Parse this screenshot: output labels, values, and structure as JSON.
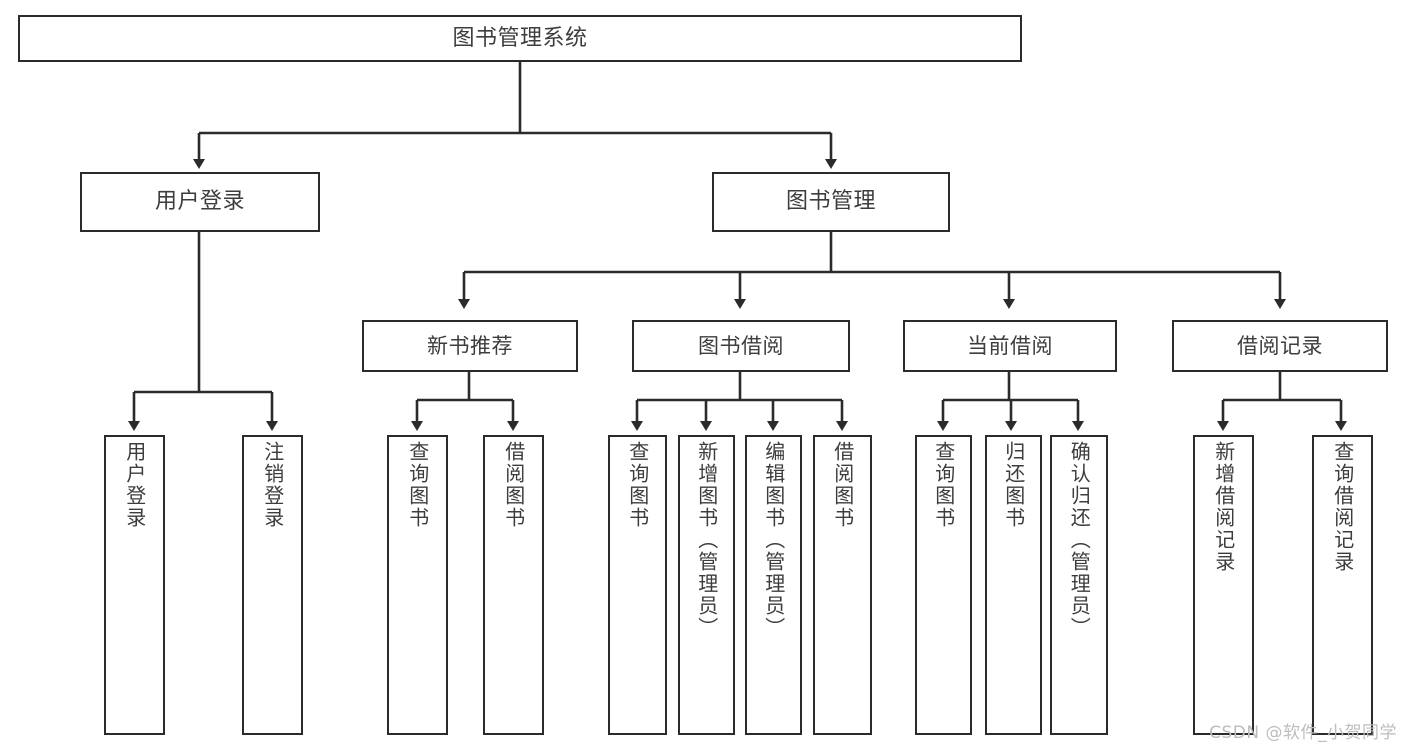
{
  "diagram": {
    "title": "图书管理系统",
    "type": "tree-hierarchy",
    "watermark": "CSDN @软件_小贺同学",
    "colors": {
      "node_border": "#2b2b2b",
      "node_fill": "#ffffff",
      "text": "#3d3d3d",
      "connector": "#2b2b2b",
      "watermark": "#bdbdbd",
      "background": "#ffffff"
    }
  },
  "nodes": {
    "root": {
      "label": "图书管理系统"
    },
    "level2": [
      {
        "label": "用户登录"
      },
      {
        "label": "图书管理"
      }
    ],
    "level3": [
      {
        "label": "新书推荐"
      },
      {
        "label": "图书借阅"
      },
      {
        "label": "当前借阅"
      },
      {
        "label": "借阅记录"
      }
    ],
    "leaves": {
      "user_login": [
        {
          "label": "用户登录"
        },
        {
          "label": "注销登录"
        }
      ],
      "new_book_recommend": [
        {
          "label": "查询图书"
        },
        {
          "label": "借阅图书"
        }
      ],
      "book_borrow": [
        {
          "label": "查询图书"
        },
        {
          "label": "新增图书（管理员）"
        },
        {
          "label": "编辑图书（管理员）"
        },
        {
          "label": "借阅图书"
        }
      ],
      "current_borrow": [
        {
          "label": "查询图书"
        },
        {
          "label": "归还图书"
        },
        {
          "label": "确认归还（管理员）"
        }
      ],
      "borrow_record": [
        {
          "label": "新增借阅记录"
        },
        {
          "label": "查询借阅记录"
        }
      ]
    }
  }
}
